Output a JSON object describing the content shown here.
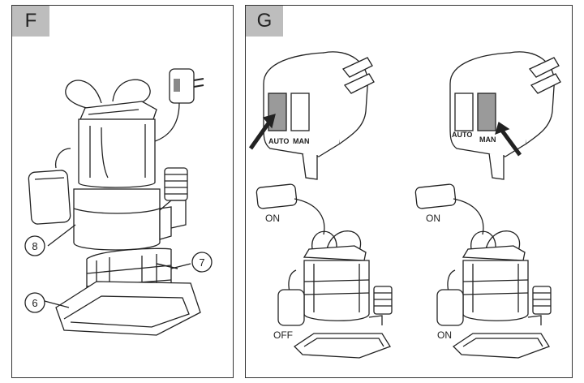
{
  "panel_f": {
    "label": "F",
    "callouts": {
      "c8": "8",
      "c7": "7",
      "c6": "6"
    }
  },
  "panel_g": {
    "label": "G",
    "plug_left": {
      "auto": "AUTO",
      "man": "MAN",
      "selected": "AUTO"
    },
    "plug_right": {
      "auto": "AUTO",
      "man": "MAN",
      "selected": "MAN"
    },
    "float_left": {
      "top": "ON",
      "bottom": "OFF"
    },
    "float_right": {
      "top": "ON",
      "bottom": "ON"
    }
  },
  "colors": {
    "outline": "#222222",
    "highlight": "#9a9a9a",
    "tag_bg": "#bdbdbd"
  }
}
